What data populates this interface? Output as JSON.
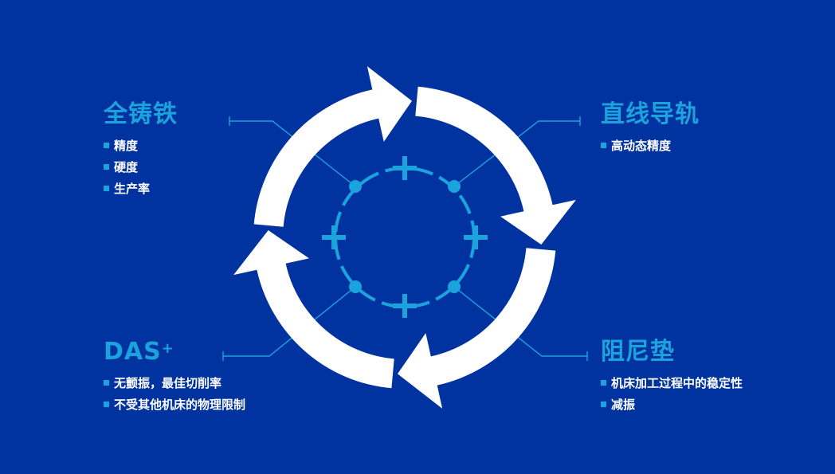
{
  "colors": {
    "background": "#0033a0",
    "accent": "#1aa3dc",
    "arrow": "#ffffff",
    "text": "#ffffff"
  },
  "blocks": {
    "top_left": {
      "title": "全铸铁",
      "items": [
        "精度",
        "硬度",
        "生产率"
      ]
    },
    "top_right": {
      "title": "直线导轨",
      "items": [
        "高动态精度"
      ]
    },
    "bottom_left": {
      "title": "DAS",
      "title_sup": "+",
      "items": [
        "无颤振，最佳切削率",
        "不受其他机床的物理限制"
      ]
    },
    "bottom_right": {
      "title": "阻尼垫",
      "items": [
        "机床加工过程中的稳定性",
        "减振"
      ]
    }
  },
  "icons": [
    "cycle-arrow-icon",
    "plus-icon",
    "connector-dot-icon"
  ]
}
